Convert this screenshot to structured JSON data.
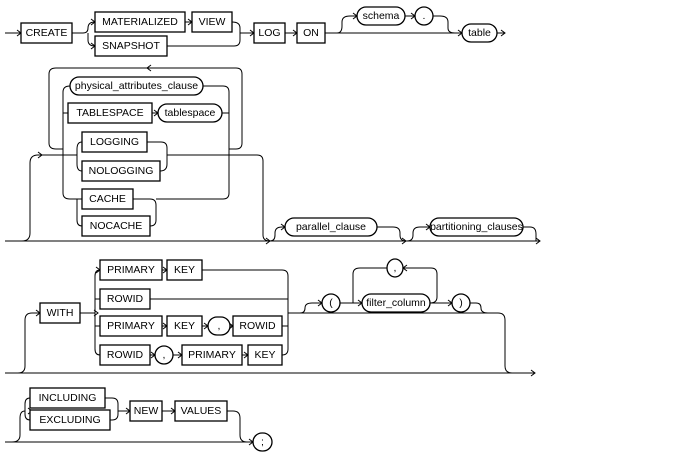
{
  "diagram": {
    "kind": "railroad syntax diagram",
    "row1": {
      "create": "CREATE",
      "materialized": "MATERIALIZED",
      "view": "VIEW",
      "snapshot": "SNAPSHOT",
      "log": "LOG",
      "on": "ON",
      "schema": "schema",
      "dot": ".",
      "table": "table"
    },
    "row2": {
      "physical_attributes_clause": "physical_attributes_clause",
      "tablespace_kw": "TABLESPACE",
      "tablespace": "tablespace",
      "logging": "LOGGING",
      "nologging": "NOLOGGING",
      "cache": "CACHE",
      "nocache": "NOCACHE",
      "parallel_clause": "parallel_clause",
      "partitioning_clauses": "partitioning_clauses"
    },
    "row3": {
      "with": "WITH",
      "primary": "PRIMARY",
      "key": "KEY",
      "rowid": "ROWID",
      "comma": ",",
      "lparen": "(",
      "filter_column": "filter_column",
      "rparen": ")"
    },
    "row4": {
      "including": "INCLUDING",
      "excluding": "EXCLUDING",
      "new": "NEW",
      "values": "VALUES",
      "semicolon": ";"
    }
  }
}
